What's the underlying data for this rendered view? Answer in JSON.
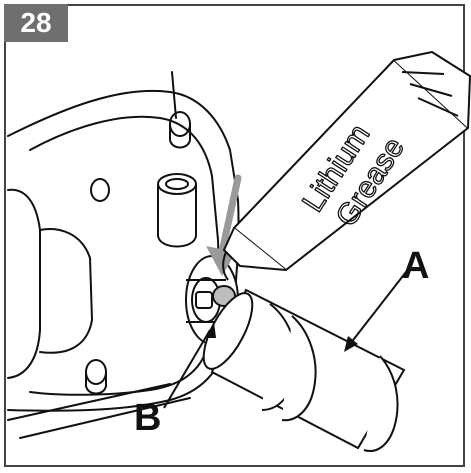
{
  "step_number": "28",
  "labels": {
    "a": "A",
    "b": "B"
  },
  "tube": {
    "line1": "Lithium",
    "line2": "Grease"
  },
  "colors": {
    "frame": "#444444",
    "badge_bg": "#6f6f6f",
    "badge_text": "#ffffff",
    "ink": "#111111",
    "arrow_gray": "#9a9a9a"
  }
}
